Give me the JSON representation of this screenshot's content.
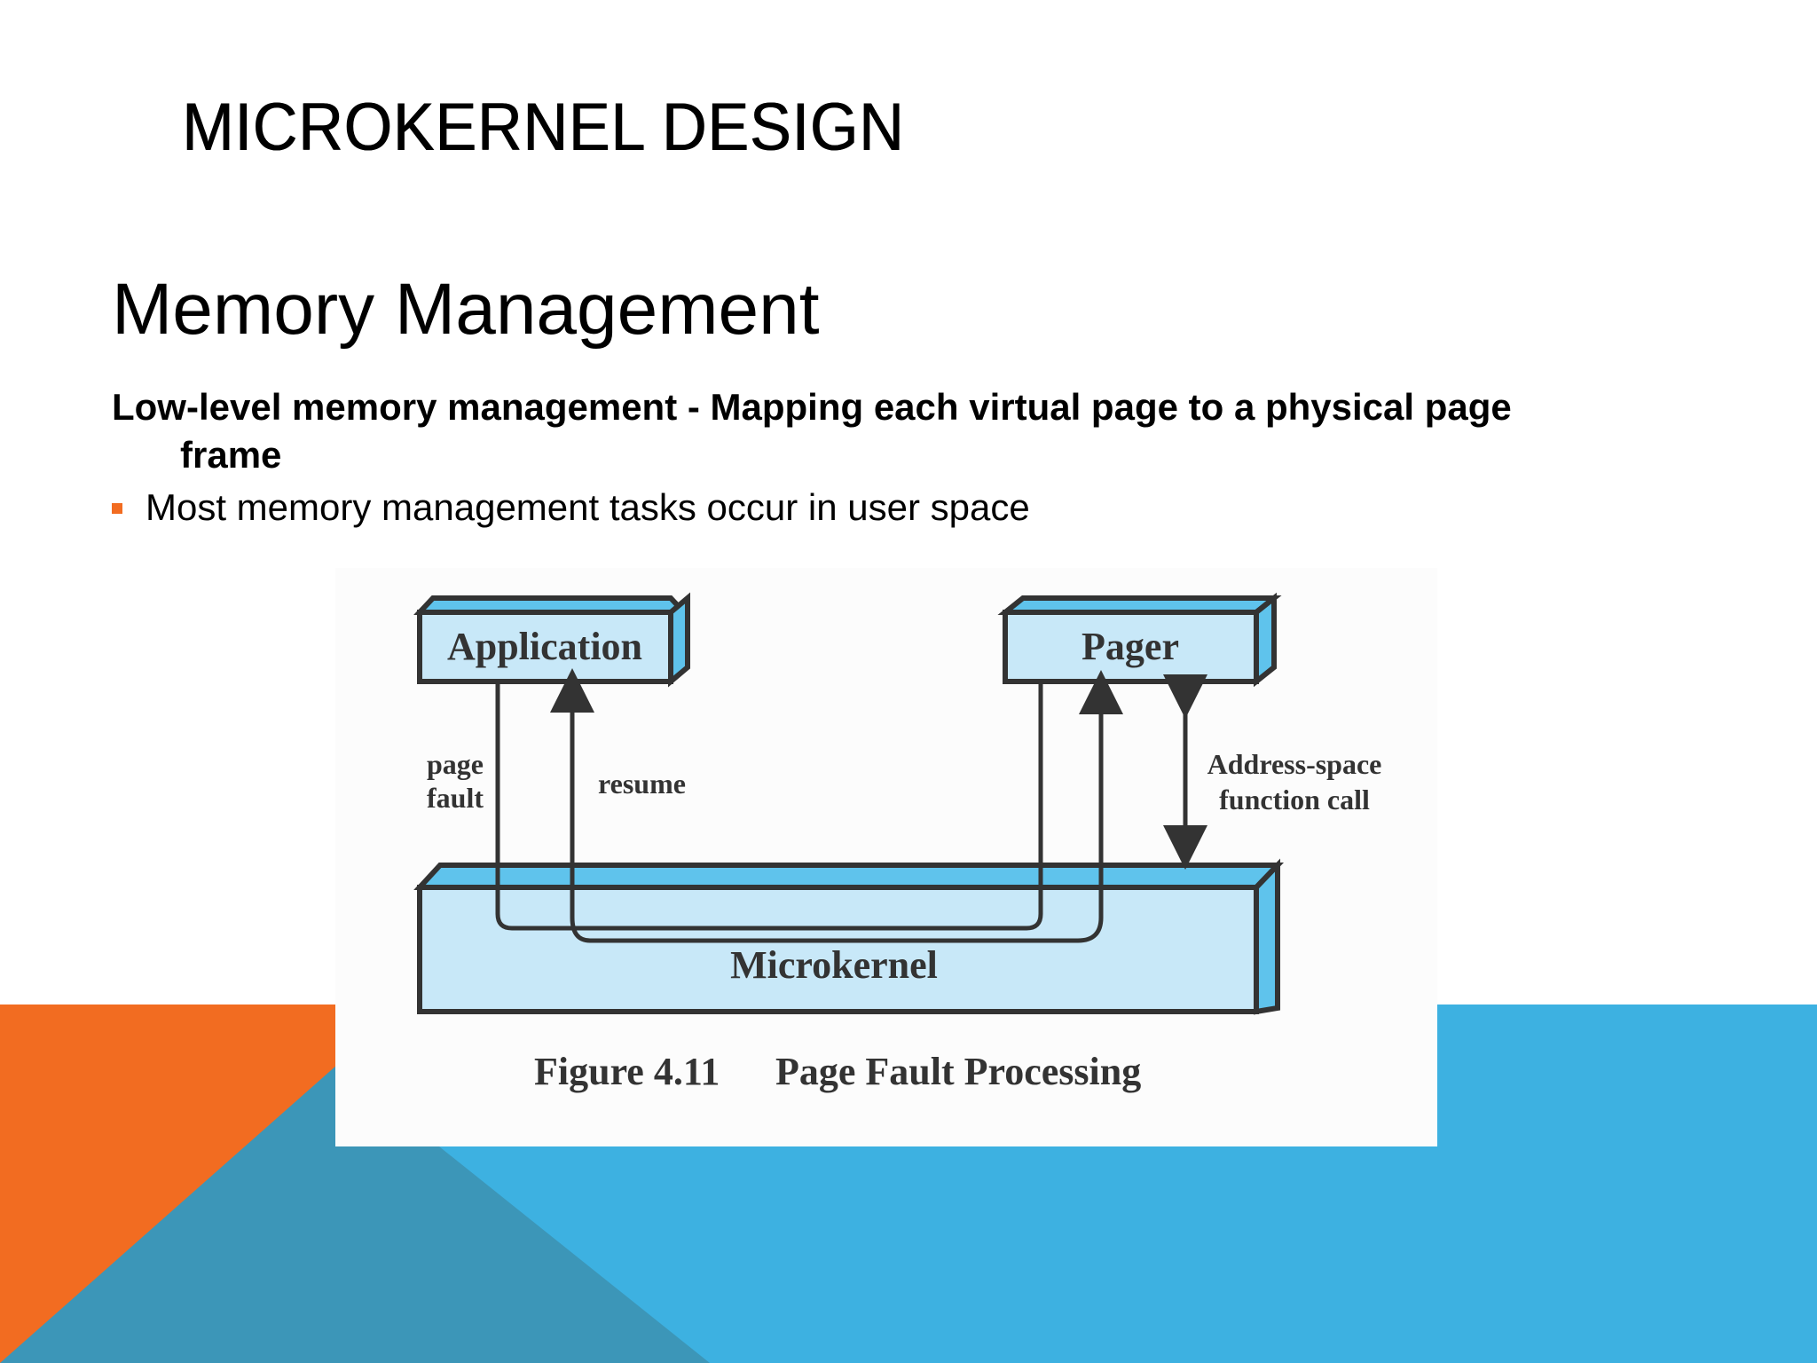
{
  "slide": {
    "title": "MICROKERNEL DESIGN",
    "heading": "Memory Management",
    "subheading_line1": "Low-level memory management - Mapping each virtual page to a physical page",
    "subheading_line2": "frame",
    "bullet": "Most memory management tasks occur in user space"
  },
  "figure": {
    "boxes": {
      "application": "Application",
      "pager": "Pager",
      "microkernel": "Microkernel"
    },
    "labels": {
      "page_fault_line1": "page",
      "page_fault_line2": "fault",
      "resume": "resume",
      "address_space_line1": "Address-space",
      "address_space_line2": "function call"
    },
    "caption_number": "Figure 4.11",
    "caption_text": "Page Fault Processing"
  },
  "colors": {
    "orange": "#f26c21",
    "light_blue": "#3db1e1",
    "dark_teal": "#3c96b8",
    "box_fill": "#c8e8f8",
    "box_side": "#5fc3ec",
    "line": "#333333"
  }
}
